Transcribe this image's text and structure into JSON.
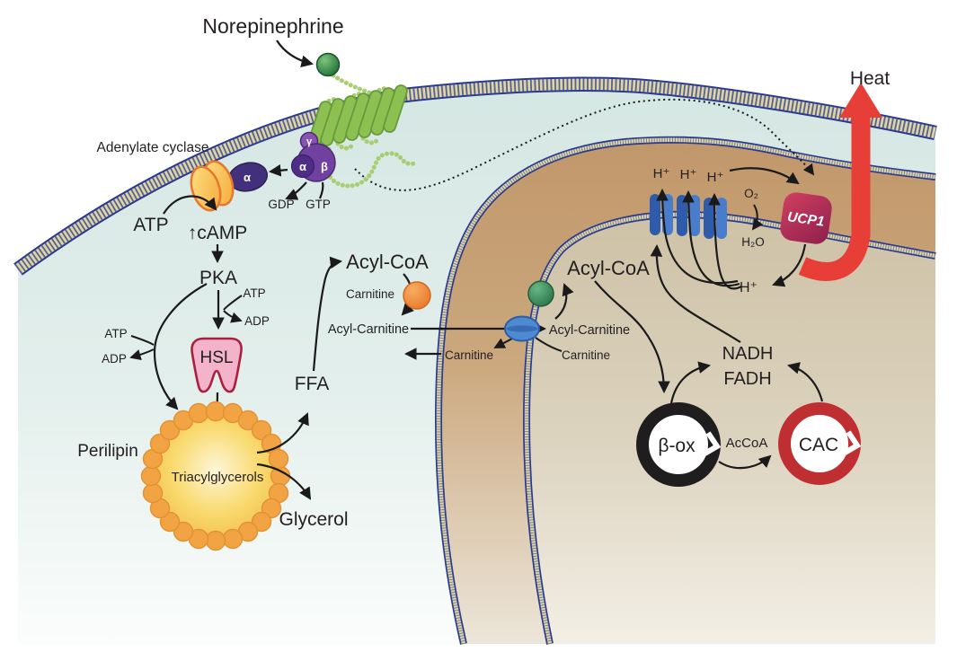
{
  "figure": {
    "signaling": {
      "norepinephrine": "Norepinephrine",
      "adenylate_cyclase": "Adenylate cyclase",
      "g_alpha": "α",
      "g_beta": "β",
      "g_gamma": "γ",
      "g_alpha_free": "α",
      "gdp": "GDP",
      "gtp": "GTP",
      "atp": "ATP",
      "camp": "↑cAMP",
      "pka": "PKA",
      "atp_right": "ATP",
      "adp_right": "ADP",
      "atp_left": "ATP",
      "adp_left": "ADP",
      "hsl": "HSL"
    },
    "lipid_droplet": {
      "perilipin": "Perilipin",
      "triacylglycerols": "Triacylglycerols",
      "ffa": "FFA",
      "glycerol": "Glycerol"
    },
    "carnitine_shuttle": {
      "acyl_coa_cytosol": "Acyl-CoA",
      "carnitine_cytosol": "Carnitine",
      "acyl_carnitine_cytosol": "Acyl-Carnitine",
      "carnitine_exit": "Carnitine",
      "acyl_carnitine_matrix": "Acyl-Carnitine",
      "carnitine_matrix": "Carnitine",
      "acyl_coa_matrix": "Acyl-CoA"
    },
    "mitochondrion": {
      "h_plus_1": "H⁺",
      "h_plus_2": "H⁺",
      "h_plus_3": "H⁺",
      "h_plus_matrix": "H⁺",
      "o2": "O₂",
      "h2o": "H₂O",
      "ucp1": "UCP1",
      "heat": "Heat",
      "nadh": "NADH",
      "fadh": "FADH",
      "beta_ox": "β-ox",
      "accoa": "AcCoA",
      "cac": "CAC"
    }
  },
  "colors": {
    "membrane_navy": "#2b3a8f",
    "membrane_tan": "#ddd5a4",
    "cytosol_blue": "#d9e9e5",
    "intermembrane_brown": "#c59c6f",
    "matrix_tan": "#cfc3a9",
    "receptor_green": "#8cc152",
    "ligand_green": "#2e7d43",
    "gprotein_purple": "#7041a1",
    "adenylate_cyclase_yellow": "#f9c643",
    "hsl_pink": "#f3b3ca",
    "hsl_border": "#ab1f3f",
    "droplet_yellow": "#f8d96b",
    "droplet_bead_orange": "#f2a444",
    "etc_complex_blue": "#3568b8",
    "ucp1_maroon": "#a62552",
    "heat_red": "#e83e38",
    "cac_red": "#bf2e31",
    "beta_ox_black": "#1f1d1e",
    "cpt1_orange": "#ef8c3b",
    "cpt2_green": "#3d9a5f",
    "translocase_blue": "#4d8ad0",
    "text": "#231f20"
  }
}
